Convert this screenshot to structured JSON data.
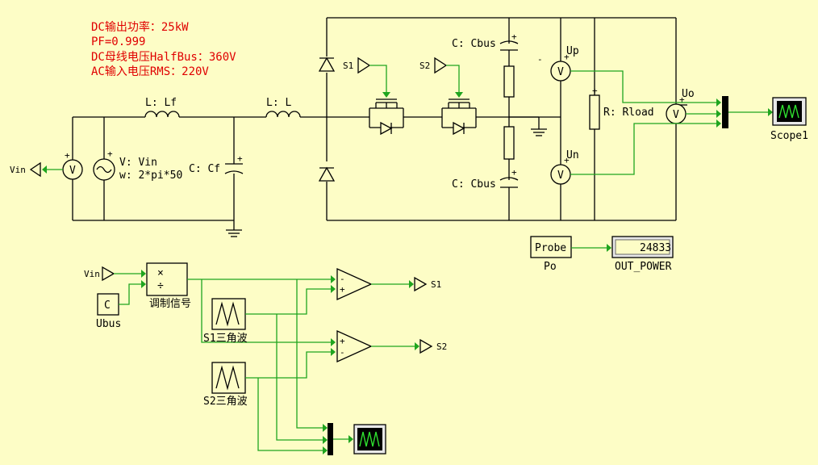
{
  "annotations": [
    "DC输出功率：25kW",
    "PF=0.999",
    "DC母线电压HalfBus：360V",
    "AC输入电压RMS：220V"
  ],
  "components": {
    "vin_source": {
      "name": "V: Vin",
      "param": "w: 2*pi*50"
    },
    "cf": "C: Cf",
    "lf": "L: Lf",
    "l": "L: L",
    "cbus_top": "C: Cbus",
    "cbus_bottom": "C: Cbus",
    "rload": "R: Rload",
    "up": "Up",
    "un": "Un",
    "uo": "Uo",
    "scope1": "Scope1",
    "probe": "Probe",
    "po": "Po",
    "out_power_label": "OUT_POWER",
    "out_power_value": "24833",
    "ubus_c": "C",
    "ubus": "Ubus",
    "modulation": "调制信号",
    "s1_tri": "S1三角波",
    "s2_tri": "S2三角波"
  },
  "ports": {
    "vin_out": "Vin",
    "vin_in": "Vin",
    "s1_gate": "S1",
    "s2_gate": "S2",
    "s1_out": "S1",
    "s2_out": "S2"
  },
  "symbols": {
    "voltmeter": "V",
    "plus": "+",
    "minus": "-",
    "mul": "×",
    "div": "÷"
  },
  "colors": {
    "background": "#fdfdc6",
    "signal_wire": "#1fa51f",
    "annotation": "#e00000"
  }
}
